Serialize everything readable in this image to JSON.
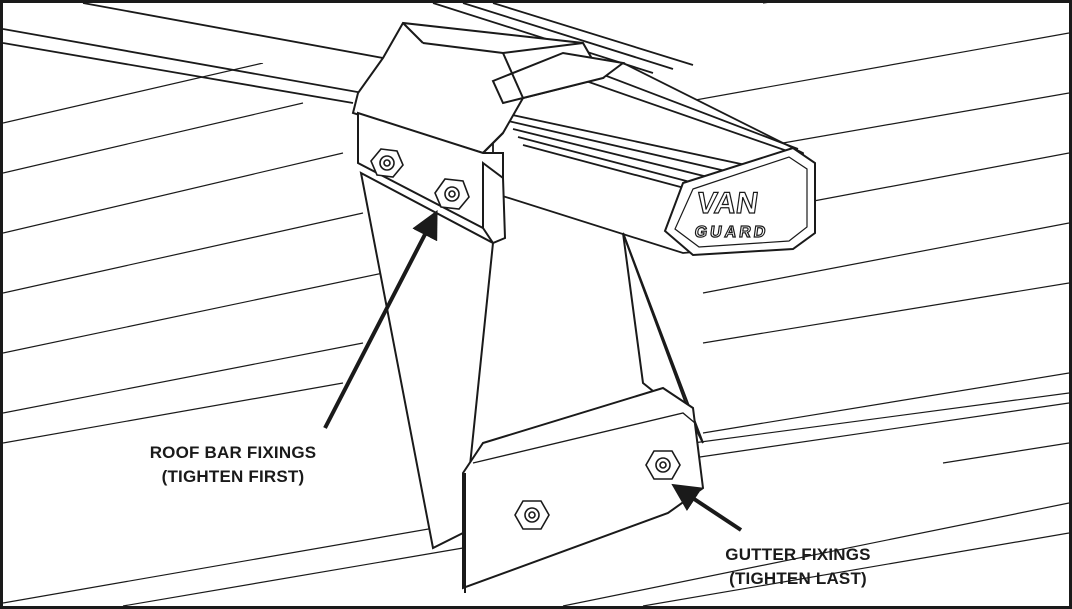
{
  "callouts": {
    "roof_bar": {
      "line1": "ROOF BAR FIXINGS",
      "line2": "(TIGHTEN FIRST)"
    },
    "gutter": {
      "line1": "GUTTER FIXINGS",
      "line2": "(TIGHTEN LAST)"
    }
  },
  "logo": {
    "top": "VAN",
    "bottom": "GUARD"
  },
  "colors": {
    "ink": "#1a1a1a",
    "background": "#ffffff"
  }
}
